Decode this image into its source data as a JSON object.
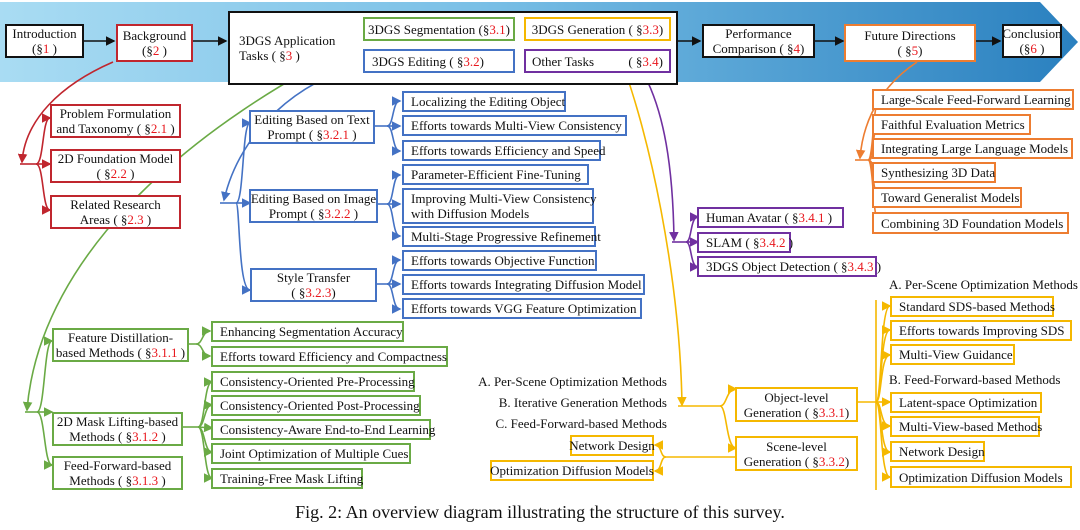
{
  "colors": {
    "banner_start": "#a9dcf3",
    "banner_end": "#2a80bf",
    "background": "#2 sections",
    "section_number": "#e8161c",
    "background_red": "#c0262e",
    "segmentation_green": "#6aaa45",
    "editing_blue": "#4472c4",
    "generation_yellow": "#f5b800",
    "other_purple": "#7030a0",
    "future_orange": "#ed7d31"
  },
  "top": {
    "introduction": {
      "label": "Introduction",
      "sec": "1"
    },
    "background": {
      "label": "Background",
      "sec": "2"
    },
    "tasks": {
      "label1": "3DGS Application",
      "label2": "Tasks (",
      "sec": "3",
      "close": ")"
    },
    "segmentation": {
      "label": "3DGS Segmentation (§",
      "sec": "3.1",
      "close": ")"
    },
    "editing": {
      "label": "3DGS Editing ( §",
      "sec": "3.2",
      "close": ")"
    },
    "generation": {
      "label": "3DGS Generation ( §",
      "sec": "3.3",
      "close": ")"
    },
    "other": {
      "label": "Other Tasks",
      "label2": "( §",
      "sec": "3.4",
      "close": ")"
    },
    "performance": {
      "label1": "Performance",
      "label2": "Comparison ( §",
      "sec": "4",
      "close": ")"
    },
    "future": {
      "label": "Future Directions",
      "sec": "5"
    },
    "conclusion": {
      "label": "Conclusion",
      "sec": "6"
    }
  },
  "background_children": [
    {
      "l1": "Problem Formulation",
      "l2": "and Taxonomy ( §",
      "sec": "2.1",
      "close": " )"
    },
    {
      "l1": "2D Foundation Model",
      "l2": "( §",
      "sec": "2.2",
      "close": " )"
    },
    {
      "l1": "Related Research",
      "l2": "Areas ( §",
      "sec": "2.3",
      "close": " )"
    }
  ],
  "editing_children": [
    {
      "l1": "Editing Based on Text",
      "l2": "Prompt (  §",
      "sec": "3.2.1",
      "close": " )",
      "leaves": [
        "Localizing the Editing Object",
        "Efforts towards Multi-View Consistency",
        "Efforts towards Efficiency and Speed"
      ]
    },
    {
      "l1": "Editing Based on Image",
      "l2": "Prompt (  §",
      "sec": "3.2.2",
      "close": " )",
      "leaves": [
        "Parameter-Efficient Fine-Tuning",
        "Improving Multi-View Consistency",
        "with Diffusion Models",
        "Multi-Stage Progressive Refinement"
      ]
    },
    {
      "l1": "Style Transfer",
      "l2": "(  §",
      "sec": "3.2.3",
      "close": ")",
      "leaves": [
        "Efforts towards Objective Function",
        "Efforts towards Integrating Diffusion Model",
        "Efforts towards VGG Feature Optimization"
      ]
    }
  ],
  "segmentation_children": [
    {
      "l1": "Feature Distillation-",
      "l2": "based Methods ( §",
      "sec": "3.1.1",
      "close": "  )",
      "leaves": [
        "Enhancing Segmentation Accuracy",
        "Efforts toward Efficiency and Compactness"
      ]
    },
    {
      "l1": "2D Mask Lifting-based",
      "l2": "Methods (  §",
      "sec": "3.1.2",
      "close": " )",
      "leaves": [
        "Consistency-Oriented Pre-Processing",
        "Consistency-Oriented Post-Processing",
        "Consistency-Aware End-to-End Learning",
        "Joint Optimization of Multiple Cues",
        "Training-Free Mask Lifting"
      ]
    },
    {
      "l1": "Feed-Forward-based",
      "l2": "Methods (  §",
      "sec": "3.1.3",
      "close": " )"
    }
  ],
  "other_children": [
    {
      "label": "Human Avatar (  §",
      "sec": "3.4.1",
      "close": " )"
    },
    {
      "label": "SLAM ( §",
      "sec": "3.4.2",
      "close": " )"
    },
    {
      "label": "3DGS Object Detection ( §",
      "sec": "3.4.3",
      "close": " )"
    }
  ],
  "future_children": [
    "Large-Scale Feed-Forward Learning",
    "Faithful Evaluation Metrics",
    "Integrating Large Language Models",
    "Synthesizing 3D Data",
    "Toward Generalist Models",
    "Combining 3D Foundation Models"
  ],
  "generation": {
    "object_level": {
      "l1": "Object-level",
      "l2": "Generation ( §",
      "sec": "3.3.1",
      "close": ")"
    },
    "scene_level": {
      "l1": "Scene-level",
      "l2": "Generation ( §",
      "sec": "3.3.2",
      "close": ")"
    },
    "object_groups": {
      "a_heading": "A. Per-Scene Optimization Methods",
      "a_items": [
        "Standard SDS-based Methods",
        "Efforts towards Improving SDS",
        "Multi-View Guidance"
      ],
      "b_heading": "B. Feed-Forward-based Methods",
      "b_items": [
        "Latent-space Optimization",
        "Multi-View-based Methods",
        "Network Design",
        "Optimization Diffusion Models"
      ]
    },
    "scene_groups": {
      "headings": [
        "A. Per-Scene Optimization Methods",
        "B. Iterative Generation Methods",
        "C. Feed-Forward-based Methods"
      ],
      "items": [
        "Network Design",
        "Optimization Diffusion Models"
      ]
    }
  },
  "caption": "Fig. 2: An overview diagram illustrating the structure of this survey."
}
